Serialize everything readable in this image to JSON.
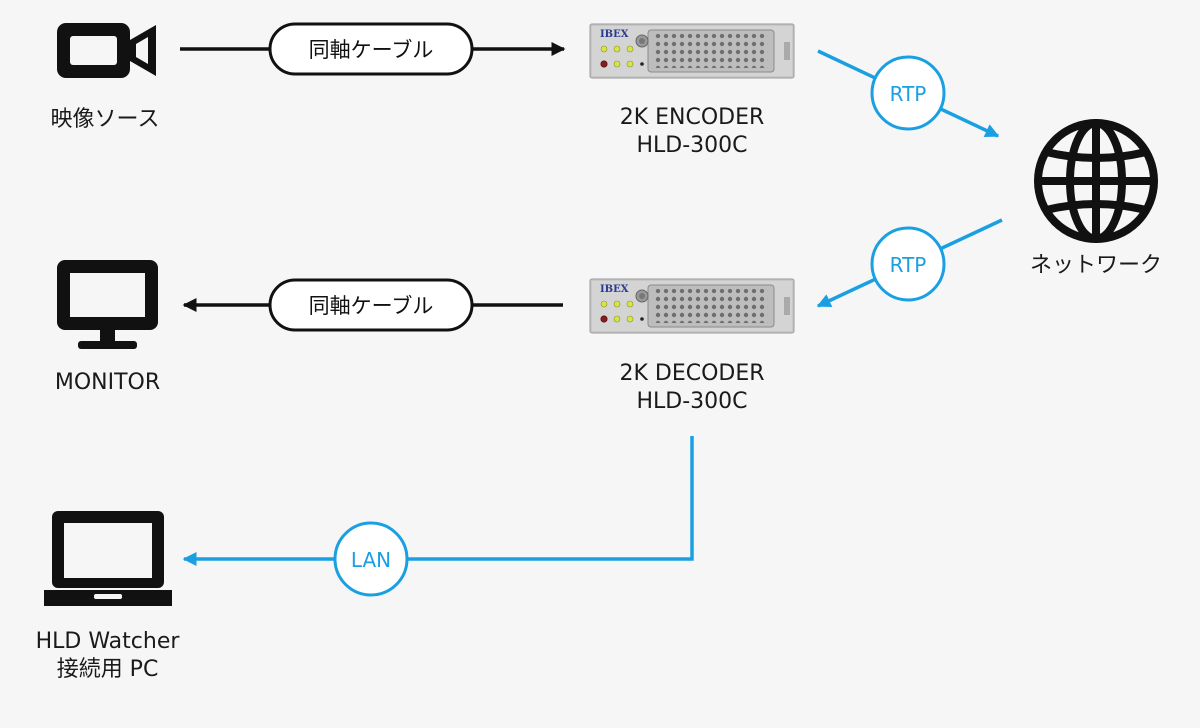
{
  "nodes": {
    "source": {
      "label": "映像ソース",
      "icon": "video-camera-icon"
    },
    "encoder": {
      "line1": "2K ENCODER",
      "line2": "HLD-300C",
      "brand": "IBEX"
    },
    "network": {
      "label": "ネットワーク",
      "icon": "globe-icon"
    },
    "decoder": {
      "line1": "2K DECODER",
      "line2": "HLD-300C",
      "brand": "IBEX"
    },
    "monitor": {
      "label": "MONITOR",
      "icon": "monitor-icon"
    },
    "pc": {
      "line1": "HLD Watcher",
      "line2": "接続用 PC",
      "icon": "laptop-icon"
    }
  },
  "connections": {
    "source_to_encoder": "同軸ケーブル",
    "encoder_to_network": "RTP",
    "network_to_decoder": "RTP",
    "decoder_to_monitor": "同軸ケーブル",
    "decoder_to_pc": "LAN"
  },
  "colors": {
    "background": "#f6f6f6",
    "black_link": "#111111",
    "blue_link": "#1aa0e2",
    "device_body": "#c8c8c8"
  }
}
